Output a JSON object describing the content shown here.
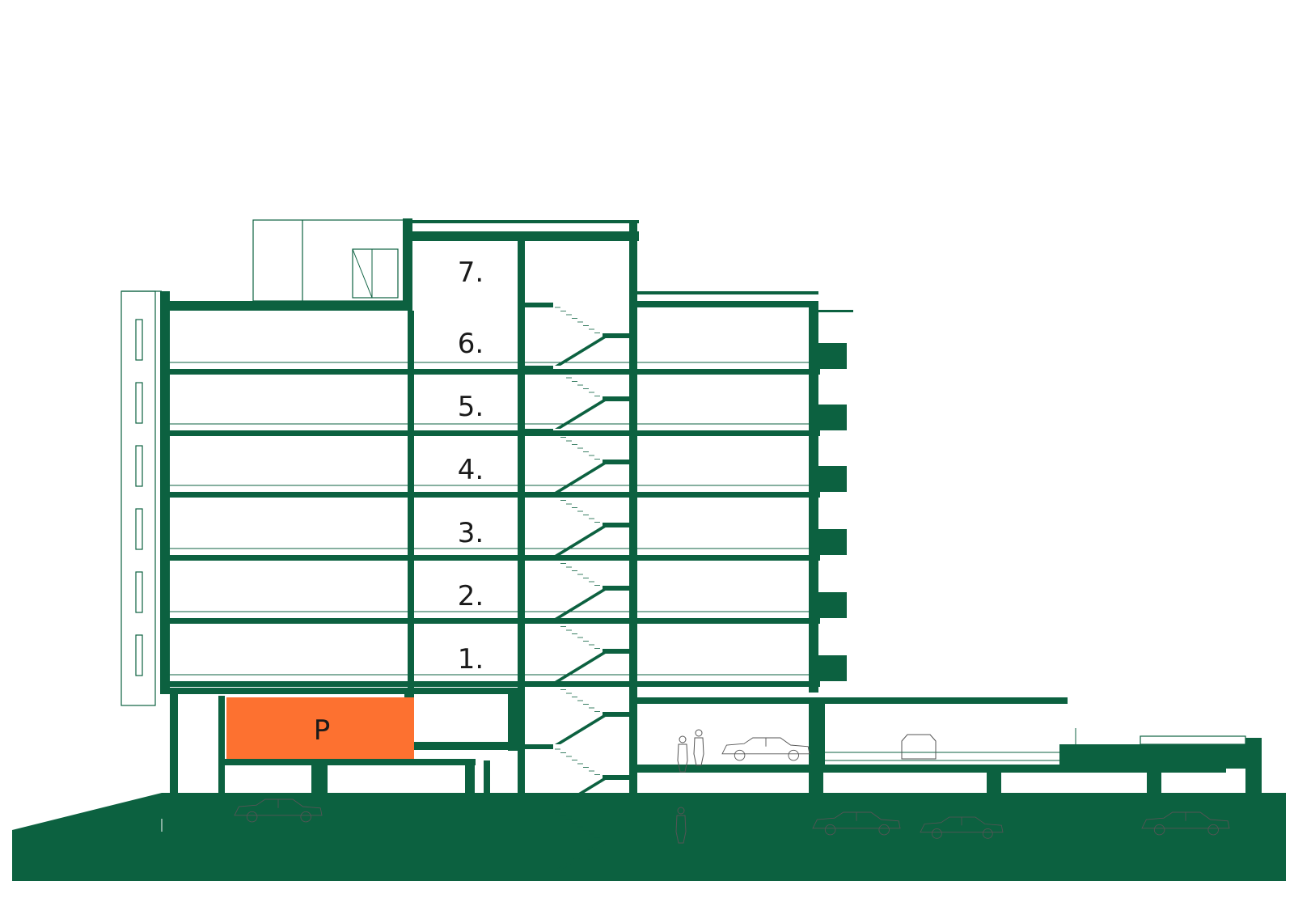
{
  "diagram": {
    "colors": {
      "structure": "#0c6140",
      "highlight": "#fd7130",
      "background": "#ffffff",
      "text": "#1a1a1a",
      "sketch": "#555555"
    },
    "floor_labels": [
      "7.",
      "6.",
      "5.",
      "4.",
      "3.",
      "2.",
      "1."
    ],
    "highlight_label": "P",
    "icons": [
      "car-icon",
      "person-icon"
    ]
  }
}
